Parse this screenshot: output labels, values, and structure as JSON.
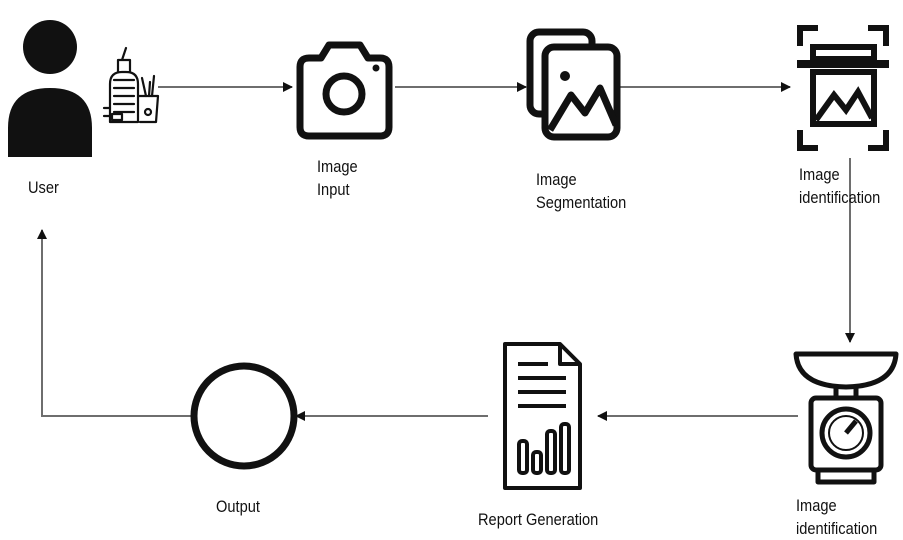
{
  "nodes": {
    "user": {
      "label": "User"
    },
    "image_input": {
      "lines": [
        "Image",
        "Input"
      ]
    },
    "image_segmentation": {
      "lines": [
        "Image",
        "Segmentation"
      ]
    },
    "image_identification_top": {
      "lines": [
        "Image",
        "identification"
      ]
    },
    "image_identification_bottom": {
      "lines": [
        "Image",
        "identification"
      ]
    },
    "report_generation": {
      "label": "Report Generation"
    },
    "output": {
      "label": "Output"
    }
  },
  "icons": {
    "user": "user-silhouette-icon",
    "food": "food-items-icon",
    "camera": "camera-icon",
    "gallery": "image-gallery-icon",
    "scan": "image-scan-icon",
    "scale": "weighing-scale-icon",
    "report": "report-document-icon",
    "output": "circle-output-icon"
  },
  "colors": {
    "line": "#6e6e6e",
    "arrowhead": "#111111",
    "icon": "#111111"
  }
}
